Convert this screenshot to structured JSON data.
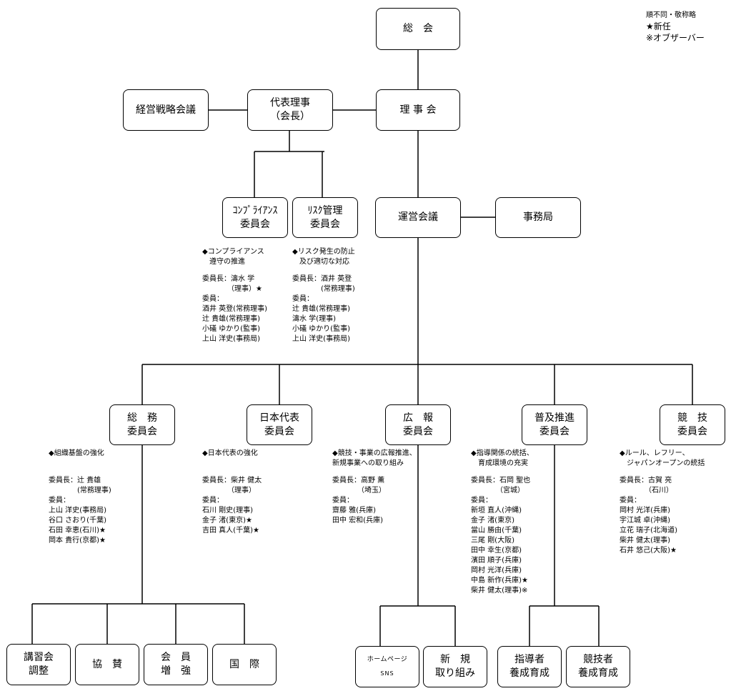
{
  "legend": {
    "line1": "順不同・敬称略",
    "line2": "★新任",
    "line3": "※オブザーバー"
  },
  "boxes": {
    "soukai": [
      "総　会"
    ],
    "keiei": [
      "経営戦略会議"
    ],
    "daihyo": [
      "代表理事",
      "（会長）"
    ],
    "rijikai": [
      "理 事 会"
    ],
    "compliance": [
      "ｺﾝﾌﾟﾗｲｱﾝｽ",
      "委員会"
    ],
    "risk": [
      "ﾘｽｸ管理",
      "委員会"
    ],
    "unei": [
      "運営会議"
    ],
    "jimukyoku": [
      "事務局"
    ],
    "somu": [
      "総　務",
      "委員会"
    ],
    "nihon": [
      "日本代表",
      "委員会"
    ],
    "koho": [
      "広　報",
      "委員会"
    ],
    "fukyu": [
      "普及推進",
      "委員会"
    ],
    "kyogi": [
      "競　技",
      "委員会"
    ],
    "koshukai": [
      "講習会",
      "調整"
    ],
    "kyosan": [
      "協　賛"
    ],
    "kaiin": [
      "会　員",
      "増　強"
    ],
    "kokusai": [
      "国　際"
    ],
    "homepage": [
      "ホームページ",
      "SNS"
    ],
    "shinki": [
      "新　規",
      "取り組み"
    ],
    "shidosha": [
      "指導者",
      "養成育成"
    ],
    "kyogisha": [
      "競技者",
      "養成育成"
    ]
  },
  "committees": {
    "compliance": [
      "◆コンプライアンス",
      "　遵守の推進",
      "",
      "委員長：濤水 学",
      "　　　　（理事）★",
      "委員：",
      "酒井 英登(常務理事)",
      "辻 貴雄(常務理事)",
      "小礒 ゆかり(監事)",
      "上山 洋史(事務局)"
    ],
    "risk": [
      "◆リスク発生の防止",
      "　及び適切な対応",
      "",
      "委員長：酒井 英登",
      "　　　　(常務理事)",
      "委員：",
      "辻 貴雄(常務理事)",
      "濤水 学(理事)",
      "小礒 ゆかり(監事)",
      "上山 洋史(事務局)"
    ],
    "somu": [
      "◆組織基盤の強化",
      "",
      "",
      "委員長：辻 貴雄",
      "　　　　(常務理事)",
      "委員：",
      "上山 洋史(事務局)",
      "谷口 さおり(千葉)",
      "石田 幸恵(石川)★",
      "岡本 貴行(京都)★"
    ],
    "nihon": [
      "◆日本代表の強化",
      "",
      "",
      "委員長：柴井 健太",
      "　　　　（理事）",
      "委員：",
      "石川 剛史(理事)",
      "金子 渚(東京)★",
      "吉田 真人(千葉)★"
    ],
    "koho": [
      "◆競技・事業の広報推進、",
      "新規事業への取り組み",
      "",
      "委員長：高野 薫",
      "　　　　（埼玉）",
      "委員：",
      "齋藤 雅(兵庫)",
      "田中 宏和(兵庫)"
    ],
    "fukyu": [
      "◆指導関係の統括、",
      "　育成環境の充実",
      "",
      "委員長：石岡 聖也",
      "　　　　（宮城）",
      "委員：",
      "新垣 直人(沖縄)",
      "金子 渚(東京)",
      "當山 勝由(千葉)",
      "三尾 剛(大阪)",
      "田中 幸生(京都)",
      "濱田 順子(兵庫)",
      "岡村 光洋(兵庫)",
      "中島 新作(兵庫)★",
      "柴井 健太(理事)※"
    ],
    "kyogi": [
      "◆ルール、レフリー、",
      "　ジャパンオープンの統括",
      "",
      "委員長：古賀 亮",
      "　　　　（石川）",
      "委員：",
      "岡村 光洋(兵庫)",
      "宇江城 卓(沖縄)",
      "立花 瑞子(北海道)",
      "柴井 健太(理事)",
      "石井 悠己(大阪)★"
    ]
  }
}
